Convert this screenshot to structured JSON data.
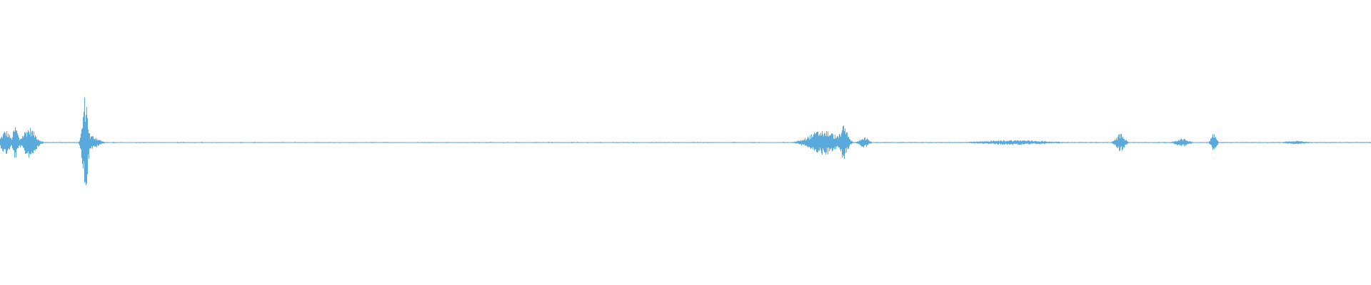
{
  "waveform": {
    "color": "#5aa9dc",
    "background": "#ffffff",
    "baseline_amplitude": 0.004,
    "bursts": [
      {
        "position": 0.004,
        "amplitude": 0.09,
        "spread": 0.004
      },
      {
        "position": 0.011,
        "amplitude": 0.12,
        "spread": 0.0025
      },
      {
        "position": 0.021,
        "amplitude": 0.11,
        "spread": 0.006
      },
      {
        "position": 0.062,
        "amplitude": 0.35,
        "spread": 0.0025
      },
      {
        "position": 0.067,
        "amplitude": 0.05,
        "spread": 0.006
      },
      {
        "position": 0.6,
        "amplitude": 0.09,
        "spread": 0.013
      },
      {
        "position": 0.615,
        "amplitude": 0.12,
        "spread": 0.004
      },
      {
        "position": 0.63,
        "amplitude": 0.04,
        "spread": 0.004
      },
      {
        "position": 0.74,
        "amplitude": 0.018,
        "spread": 0.03
      },
      {
        "position": 0.817,
        "amplitude": 0.065,
        "spread": 0.004
      },
      {
        "position": 0.862,
        "amplitude": 0.028,
        "spread": 0.006
      },
      {
        "position": 0.885,
        "amplitude": 0.065,
        "spread": 0.0025
      },
      {
        "position": 0.945,
        "amplitude": 0.012,
        "spread": 0.01
      }
    ],
    "sparse_region": [
      0.07,
      0.59
    ]
  }
}
